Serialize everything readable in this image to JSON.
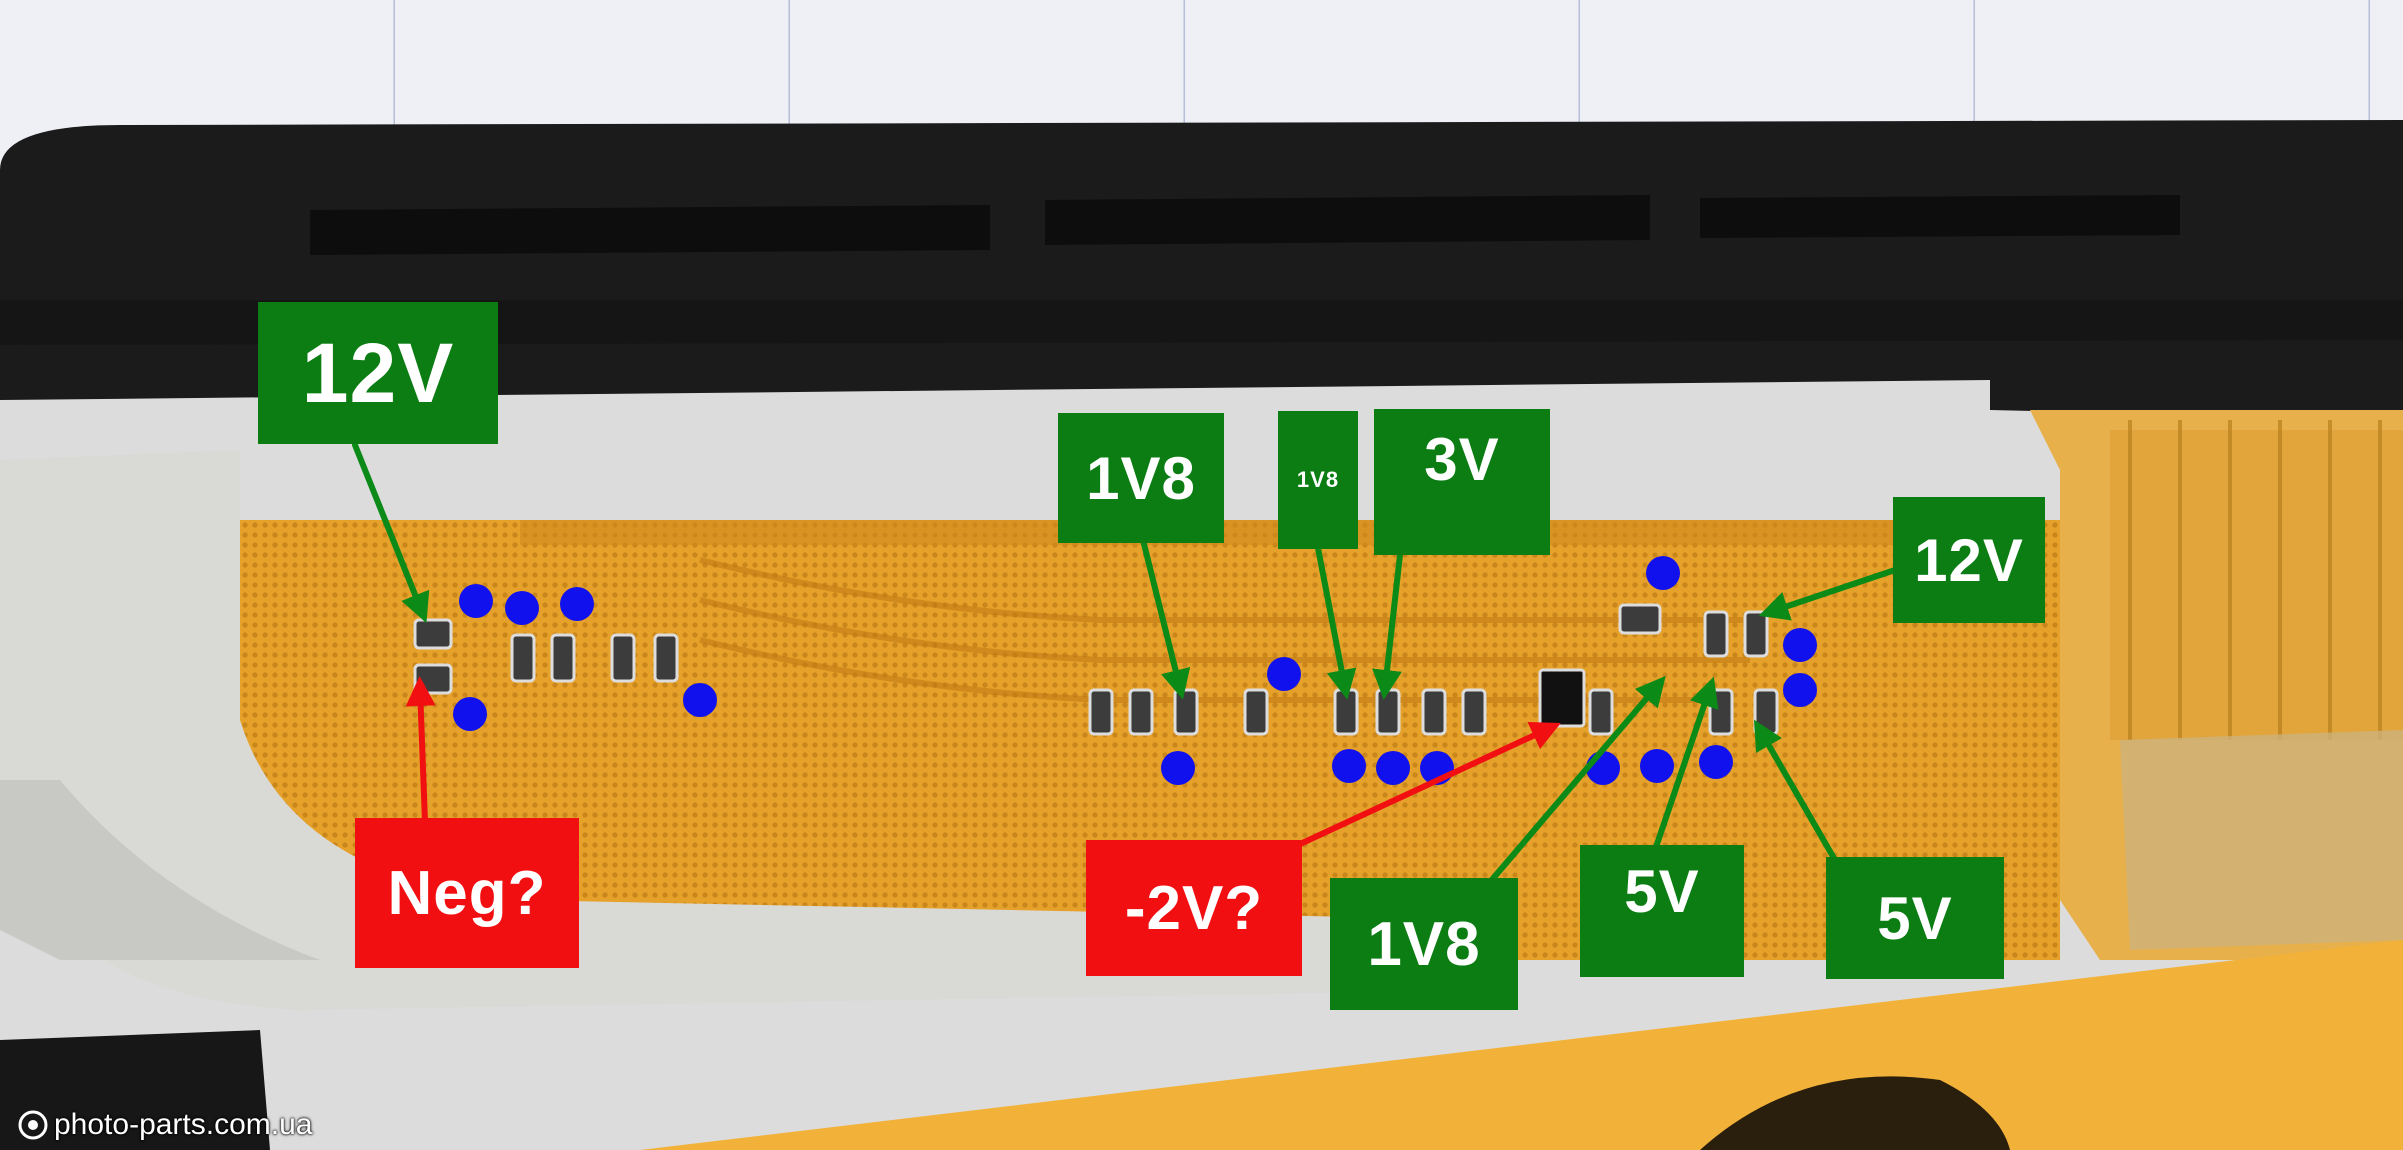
{
  "labels": {
    "v12_left": "12V",
    "v1v8_a": "1V8",
    "v1v8_small": "1V8",
    "v3v": "3V",
    "v12_right": "12V",
    "neg": "Neg?",
    "m2v": "-2V?",
    "v1v8_bottom": "1V8",
    "v5v_a": "5V",
    "v5v_b": "5V"
  },
  "watermark": "photo-parts.com.ua",
  "colors": {
    "label_green": "#0b7d13",
    "label_red": "#f20f12",
    "arrow_green": "#0b8a17",
    "arrow_red": "#f20f12",
    "probe_dot": "#1111ee",
    "flex_cable": "#e6a62a",
    "bezel": "#1a1a1a",
    "grid_paper": "#eef0f6"
  }
}
